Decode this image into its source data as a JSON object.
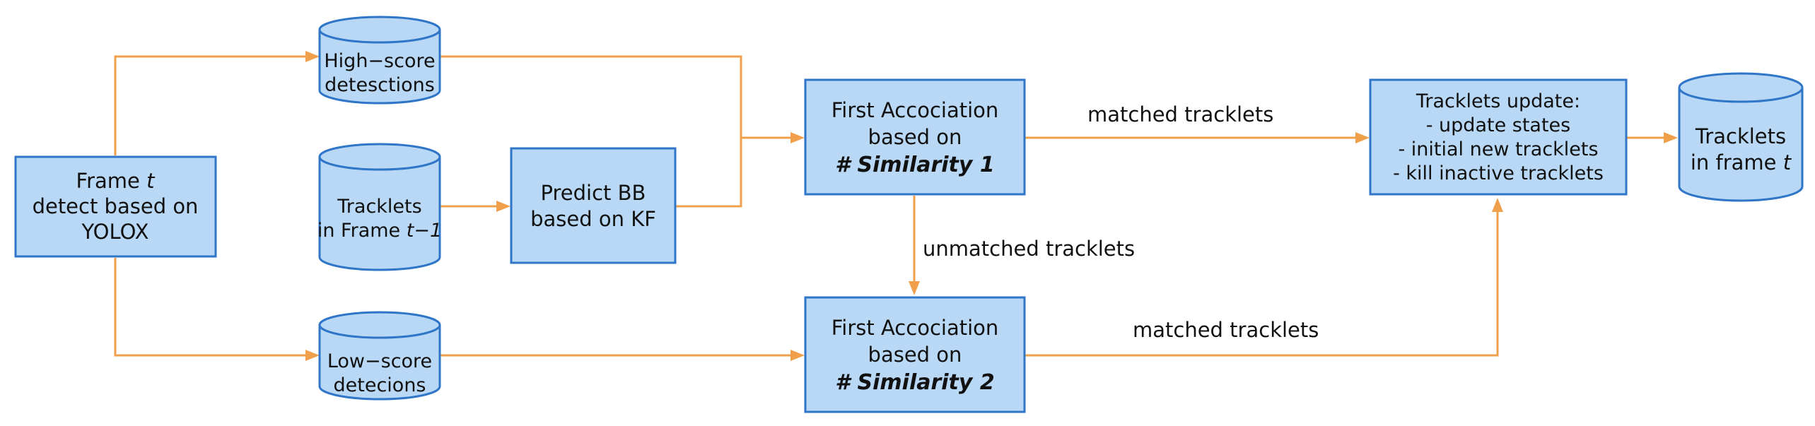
{
  "frame_box": {
    "line1_prefix": "Frame ",
    "line1_var": "t",
    "line2": "detect based on",
    "line3": "YOLOX"
  },
  "high_score_db": {
    "line1": "High−score",
    "line2": "detesctions"
  },
  "prev_tracklets_db": {
    "line1": "Tracklets",
    "line2_prefix": "in Frame ",
    "line2_var": "t−1"
  },
  "low_score_db": {
    "line1": "Low−score",
    "line2": "detecions"
  },
  "predict_box": {
    "line1": "Predict BB",
    "line2": "based on KF"
  },
  "assoc1_box": {
    "line1": "First Accociation",
    "line2": "based on",
    "line3": "# Similarity 1"
  },
  "assoc2_box": {
    "line1": "First Accociation",
    "line2": "based on",
    "line3": "# Similarity 2"
  },
  "update_box": {
    "line1": "Tracklets update:",
    "line2": "- update states",
    "line3": "- initial new tracklets",
    "line4": "- kill inactive tracklets"
  },
  "output_db": {
    "line1": "Tracklets",
    "line2_prefix": "in frame ",
    "line2_var": "t"
  },
  "edge_labels": {
    "matched_top": "matched tracklets",
    "unmatched": "unmatched tracklets",
    "matched_bottom": "matched tracklets"
  },
  "colors": {
    "node_fill": "#b8d8f5",
    "node_stroke": "#2f75c8",
    "edge": "#f0a04b"
  }
}
